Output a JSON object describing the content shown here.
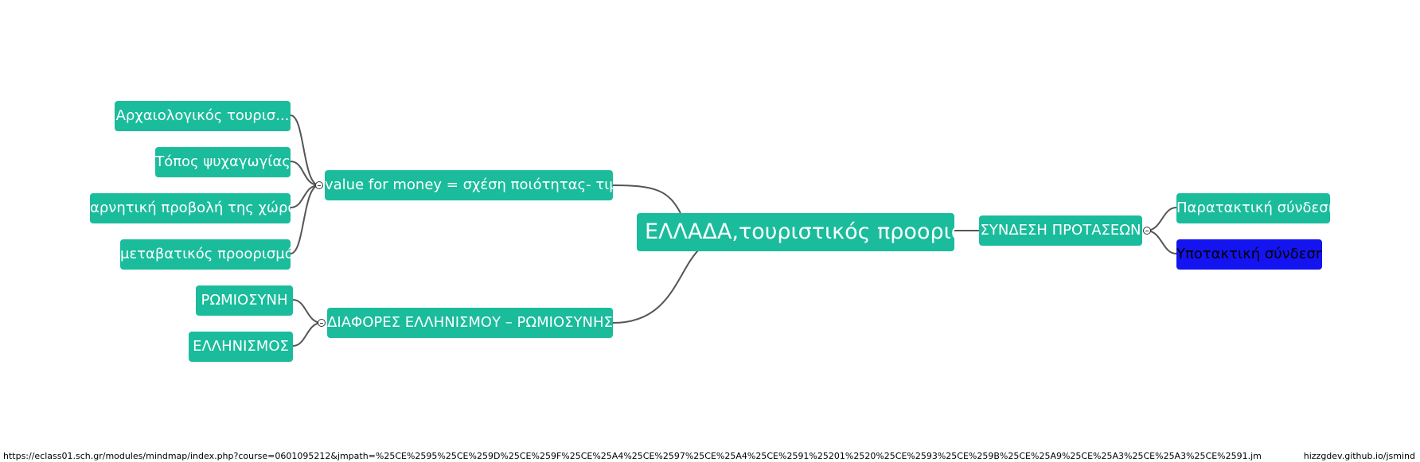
{
  "mindmap": {
    "root": {
      "label": "ΕΛΛΑΔΑ,τουριστικός προορισ..."
    },
    "left_branches": [
      {
        "label": "value for money = σχέση ποιότητας- τιμής",
        "children": [
          "Αρχαιολογικός  τουρισ...",
          "Τόπος ψυχαγωγίας",
          "αρνητική προβολή της χώρας",
          "μεταβατικός προορισμός"
        ]
      },
      {
        "label": "ΔΙΑΦΟΡΕΣ ΕΛΛΗΝΙΣΜΟΥ – ΡΩΜΙΟΣΥΝΗΣ",
        "children": [
          "ΡΩΜΙΟΣΥΝΗ",
          "ΕΛΛΗΝΙΣΜΟΣ"
        ]
      }
    ],
    "right_branches": [
      {
        "label": "ΣΥΝΔΕΣΗ ΠΡΟΤΑΣΕΩΝ",
        "children": [
          "Παρατακτική σύνδεση",
          "Υποτακτική σύνδεση"
        ]
      }
    ],
    "selected_node": "Υποτακτική σύνδεση"
  },
  "status_bar": {
    "url": "https://eclass01.sch.gr/modules/mindmap/index.php?course=0601095212&jmpath=%25CE%2595%25CE%259D%25CE%259F%25CE%25A4%25CE%2597%25CE%25A4%25CE%2591%25201%2520%25CE%2593%25CE%259B%25CE%25A9%25CE%25A3%25CE%25A3%25CE%2591.jm",
    "credit": "hizzgdev.github.io/jsmind"
  },
  "colors": {
    "node_bg": "#1abc9c",
    "node_text": "#ffffff",
    "selected_bg": "#1414f0",
    "edge": "#555555"
  }
}
